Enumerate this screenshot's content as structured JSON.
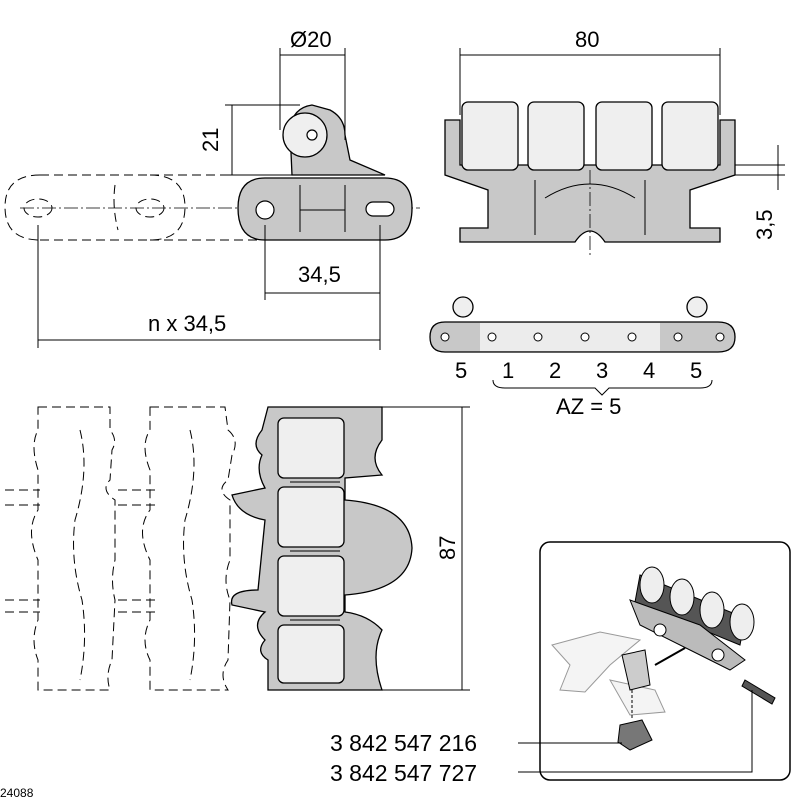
{
  "dimensions": {
    "roller_diameter": "Ø20",
    "roller_height": "21",
    "width": "80",
    "offset": "3,5",
    "pitch": "34,5",
    "total_length": "n x 34,5",
    "height": "87"
  },
  "link_numbers": [
    "5",
    "1",
    "2",
    "3",
    "4",
    "5"
  ],
  "az_label": "AZ = 5",
  "part_numbers": [
    "3 842 547 216",
    "3 842 547 727"
  ],
  "drawing_number": "24088"
}
